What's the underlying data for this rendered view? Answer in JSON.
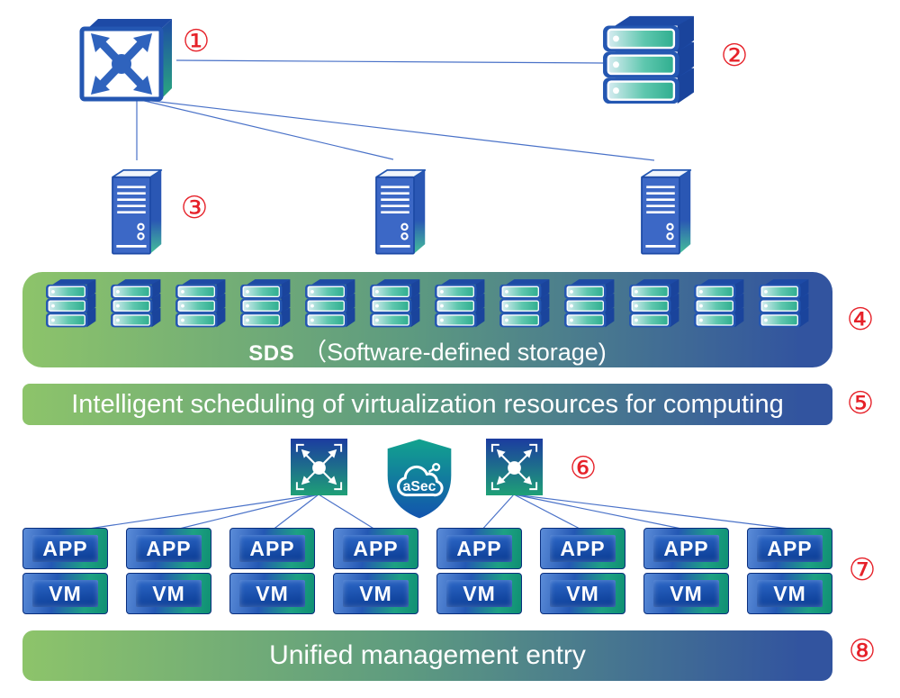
{
  "diagram": {
    "markers": [
      "①",
      "②",
      "③",
      "④",
      "⑤",
      "⑥",
      "⑦",
      "⑧"
    ],
    "marker_color": "#e62129",
    "sds_banner": {
      "icon_count": 12,
      "label_bold": "SDS",
      "label_rest": "（Software-defined storage)"
    },
    "scheduling_banner": "Intelligent scheduling of virtualization resources for computing",
    "management_banner": "Unified management entry",
    "shield_label": "aSec",
    "app_vm_stacks": [
      {
        "top": "APP",
        "bottom": "VM"
      },
      {
        "top": "APP",
        "bottom": "VM"
      },
      {
        "top": "APP",
        "bottom": "VM"
      },
      {
        "top": "APP",
        "bottom": "VM"
      },
      {
        "top": "APP",
        "bottom": "VM"
      },
      {
        "top": "APP",
        "bottom": "VM"
      },
      {
        "top": "APP",
        "bottom": "VM"
      },
      {
        "top": "APP",
        "bottom": "VM"
      }
    ],
    "colors": {
      "banner_green": "#8dc46a",
      "banner_blue": "#32549f",
      "icon_blue": "#2457b2",
      "icon_teal": "#2aa87e",
      "line_blue": "#4a72c8"
    }
  }
}
